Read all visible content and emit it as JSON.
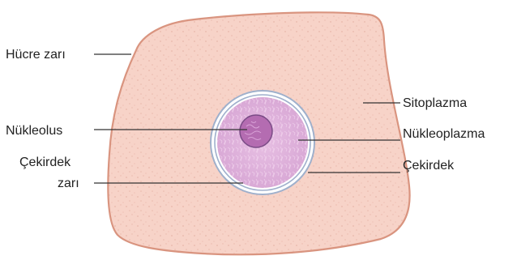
{
  "labels": {
    "cell_membrane": "Hücre zarı",
    "nucleolus": "Nükleolus",
    "nuclear_envelope_line1": "Çekirdek",
    "nuclear_envelope_line2": "zarı",
    "cytoplasm": "Sitoplazma",
    "nucleoplasm": "Nükleoplazma",
    "nucleus": "Çekirdek"
  },
  "colors": {
    "cytoplasm_fill": "#f7d3c8",
    "cell_membrane_stroke": "#d9947f",
    "cytoplasm_speckle": "#dca193",
    "nucleus_fill": "#e3b5df",
    "nuclear_envelope": "#9fb0cc",
    "nucleolus_fill": "#b46cb1",
    "nucleolus_edge": "#7a4b86"
  }
}
